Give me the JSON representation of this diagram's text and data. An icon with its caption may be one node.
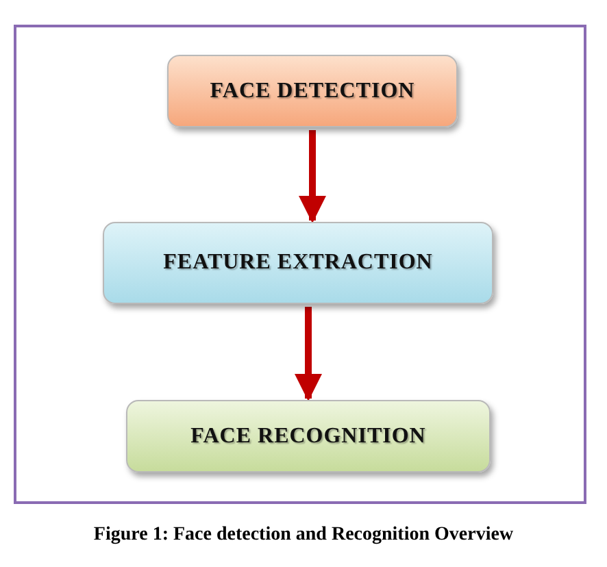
{
  "diagram": {
    "caption": "Figure 1: Face detection and Recognition Overview",
    "nodes": [
      {
        "text": [
          "FACE DETECTION"
        ]
      },
      {
        "text": [
          "FEATURE EXTRACTION"
        ]
      },
      {
        "text": [
          "FACE RECOGNITION"
        ]
      }
    ],
    "edges": [
      {
        "from": 0,
        "to": 1,
        "arrow": "to"
      },
      {
        "from": 1,
        "to": 2,
        "arrow": "to"
      }
    ]
  }
}
